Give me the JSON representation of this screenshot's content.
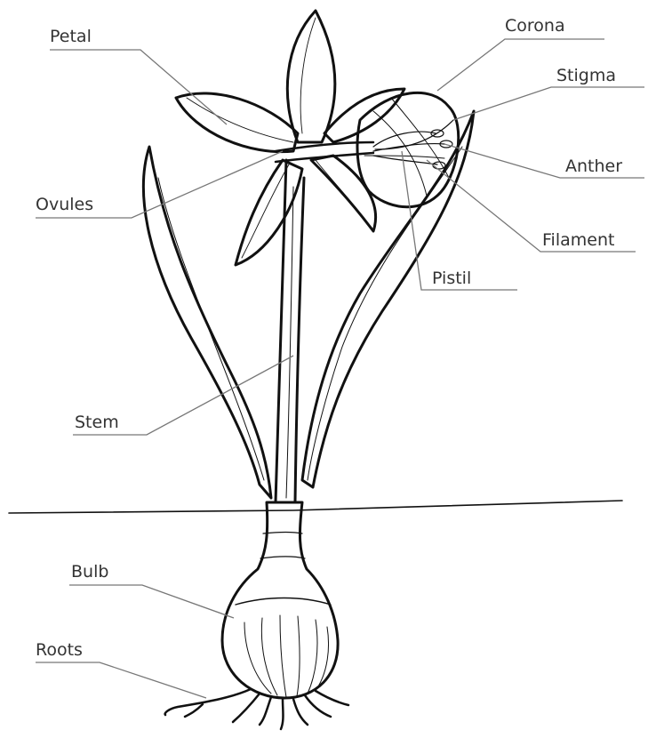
{
  "diagram": {
    "labels": {
      "petal": "Petal",
      "corona": "Corona",
      "stigma": "Stigma",
      "anther": "Anther",
      "ovules": "Ovules",
      "filament": "Filament",
      "pistil": "Pistil",
      "stem": "Stem",
      "bulb": "Bulb",
      "roots": "Roots"
    }
  }
}
